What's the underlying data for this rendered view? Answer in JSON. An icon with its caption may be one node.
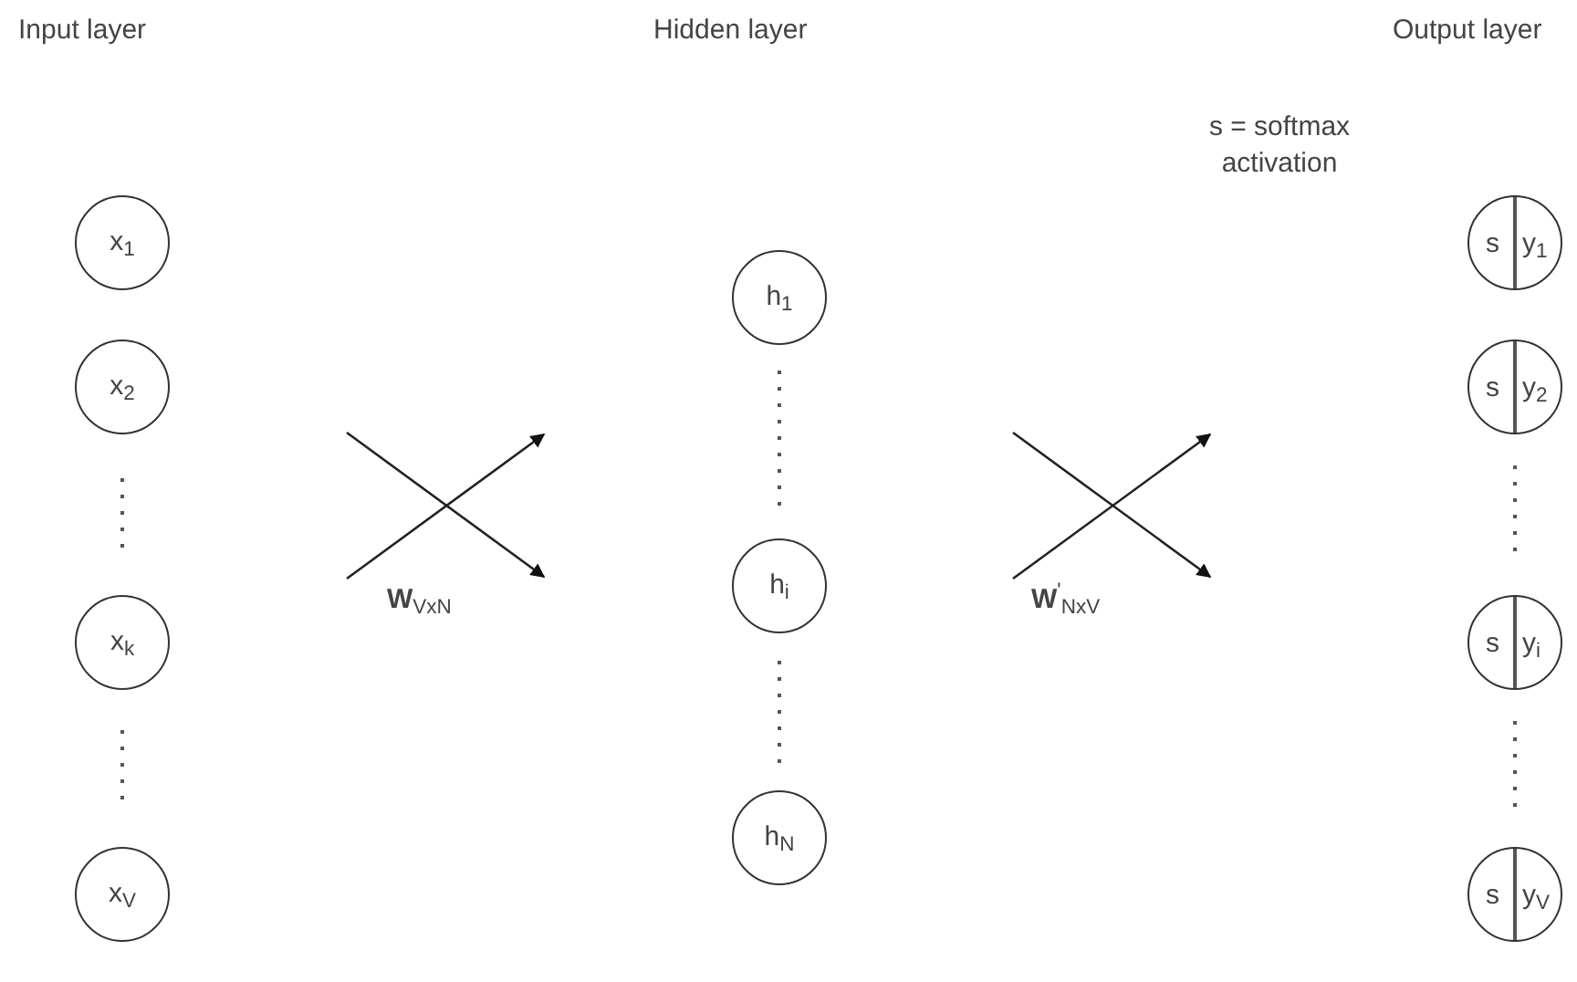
{
  "diagram": {
    "nodes": [
      {
        "text": [
          "x$_{1}$"
        ]
      },
      {
        "text": [
          "x$_{2}$"
        ]
      },
      {
        "text": [
          "x$_{k}$"
        ]
      },
      {
        "text": [
          "x$_{V}$"
        ]
      },
      {
        "text": [
          "h$_{1}$"
        ]
      },
      {
        "text": [
          "h$_{i}$"
        ]
      },
      {
        "text": [
          "h$_{N}$"
        ]
      },
      {
        "text": [
          "s",
          "y$_{1}$"
        ]
      },
      {
        "text": [
          "s",
          "y$_{2}$"
        ]
      },
      {
        "text": [
          "s",
          "y$_{i}$"
        ]
      },
      {
        "text": [
          "s",
          "y$_{V}$"
        ]
      }
    ],
    "labels": [
      "Input layer",
      "Hidden layer",
      "Output layer",
      "s = softmax activation",
      "**W**$_{VxN}$",
      "**W**$^{'}$$_{NxV}$"
    ]
  }
}
